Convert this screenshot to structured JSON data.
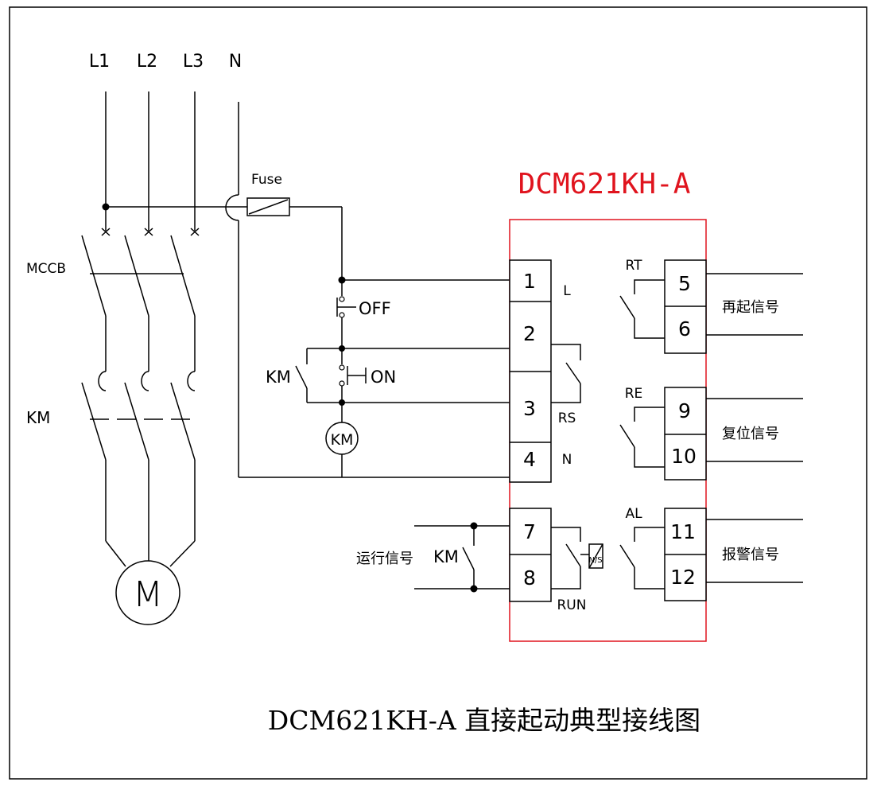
{
  "diagram": {
    "title": "DCM621KH-A",
    "caption": "DCM621KH-A 直接起动典型接线图",
    "phases": [
      "L1",
      "L2",
      "L3",
      "N"
    ],
    "labels": {
      "fuse": "Fuse",
      "mccb": "MCCB",
      "km_main": "KM",
      "motor": "M",
      "off": "OFF",
      "on": "ON",
      "km_aux": "KM",
      "km_coil": "KM",
      "km_run": "KM",
      "run_signal": "运行信号",
      "ns": "N/S"
    },
    "terminals": {
      "t1": "1",
      "t2": "2",
      "t3": "3",
      "t4": "4",
      "t5": "5",
      "t6": "6",
      "t7": "7",
      "t8": "8",
      "t9": "9",
      "t10": "10",
      "t11": "11",
      "t12": "12"
    },
    "terminal_labels": {
      "L": "L",
      "RS": "RS",
      "N": "N",
      "RUN": "RUN",
      "RT": "RT",
      "RE": "RE",
      "AL": "AL"
    },
    "signals": {
      "restart": "再起信号",
      "reset": "复位信号",
      "alarm": "报警信号"
    },
    "colors": {
      "accent": "#e0141e",
      "line": "#000000"
    }
  }
}
